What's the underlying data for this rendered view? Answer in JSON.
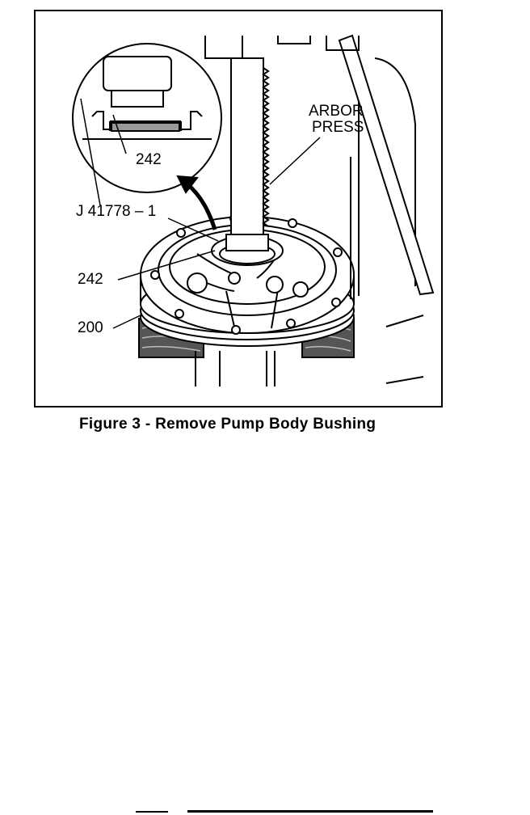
{
  "figure": {
    "callouts": {
      "arbor_press_line1": "ARBOR",
      "arbor_press_line2": "PRESS",
      "inset_bushing": "242",
      "tool": "J 41778 – 1",
      "bushing": "242",
      "pump_body": "200"
    },
    "caption": "Figure 3 - Remove Pump Body Bushing"
  }
}
